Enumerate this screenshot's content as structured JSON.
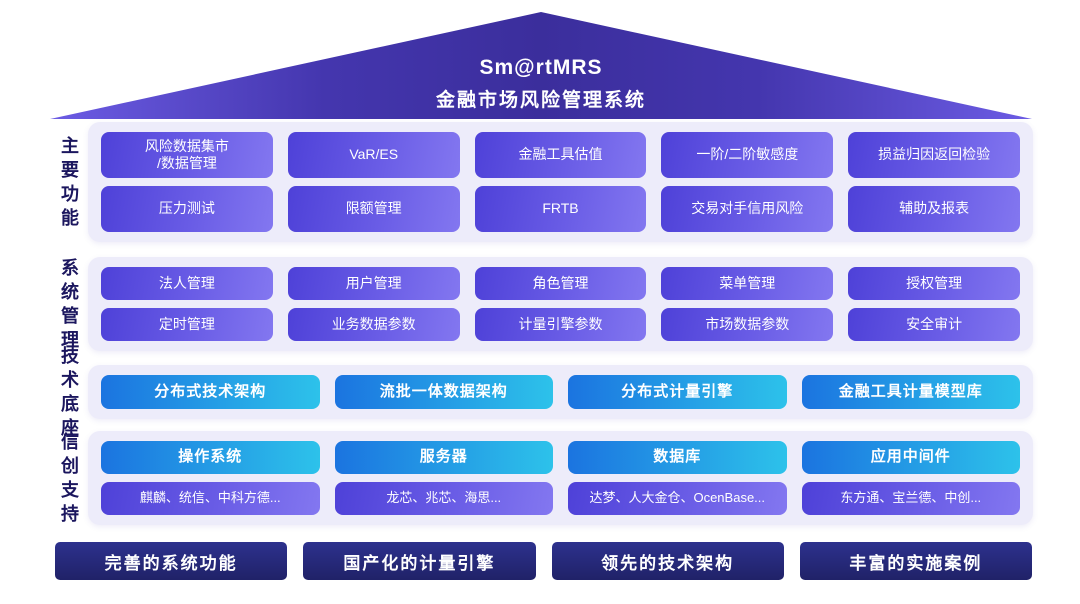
{
  "roof": {
    "title": "Sm@rtMRS",
    "subtitle": "金融市场风险管理系统"
  },
  "sections": {
    "main": {
      "label": "主要功能",
      "row1": [
        "风险数据集市\n/数据管理",
        "VaR/ES",
        "金融工具估值",
        "一阶/二阶敏感度",
        "损益归因返回检验"
      ],
      "row2": [
        "压力测试",
        "限额管理",
        "FRTB",
        "交易对手信用风险",
        "辅助及报表"
      ]
    },
    "system": {
      "label": "系统管理",
      "row1": [
        "法人管理",
        "用户管理",
        "角色管理",
        "菜单管理",
        "授权管理"
      ],
      "row2": [
        "定时管理",
        "业务数据参数",
        "计量引擎参数",
        "市场数据参数",
        "安全审计"
      ]
    },
    "tech": {
      "label": "技术底座",
      "row1": [
        "分布式技术架构",
        "流批一体数据架构",
        "分布式计量引擎",
        "金融工具计量模型库"
      ]
    },
    "xinchuang": {
      "label": "信创支持",
      "row1": [
        "操作系统",
        "服务器",
        "数据库",
        "应用中间件"
      ],
      "row2": [
        "麒麟、统信、中科方德...",
        "龙芯、兆芯、海思...",
        "达梦、人大金仓、OcenBase...",
        "东方通、宝兰德、中创..."
      ]
    }
  },
  "banners": [
    "完善的系统功能",
    "国产化的计量引擎",
    "领先的技术架构",
    "丰富的实施案例"
  ],
  "colors": {
    "roof_indigo": "#3b2e9c",
    "pill_purple_start": "#4e41d8",
    "pill_purple_end": "#8377f0",
    "pill_cyan_start": "#1b74e0",
    "pill_cyan_end": "#2dc2ea",
    "banner_navy": "#202268",
    "panel_bg": "#edecfa",
    "label_text": "#1b165e"
  }
}
